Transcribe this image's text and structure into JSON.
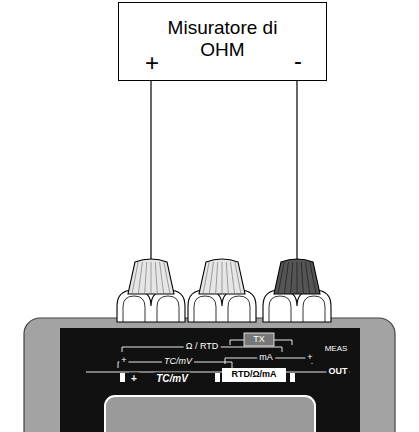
{
  "diagram": {
    "nodes": [
      {
        "text": [
          "Misuratore di OHM",
          "+",
          "-"
        ]
      }
    ],
    "labels": [
      "Ω / RTD",
      "TX",
      "MEAS",
      "+",
      "TC/mV",
      "mA",
      "+",
      "OUT",
      "+",
      "TC/mV",
      "RTD/Ω/mA"
    ]
  }
}
